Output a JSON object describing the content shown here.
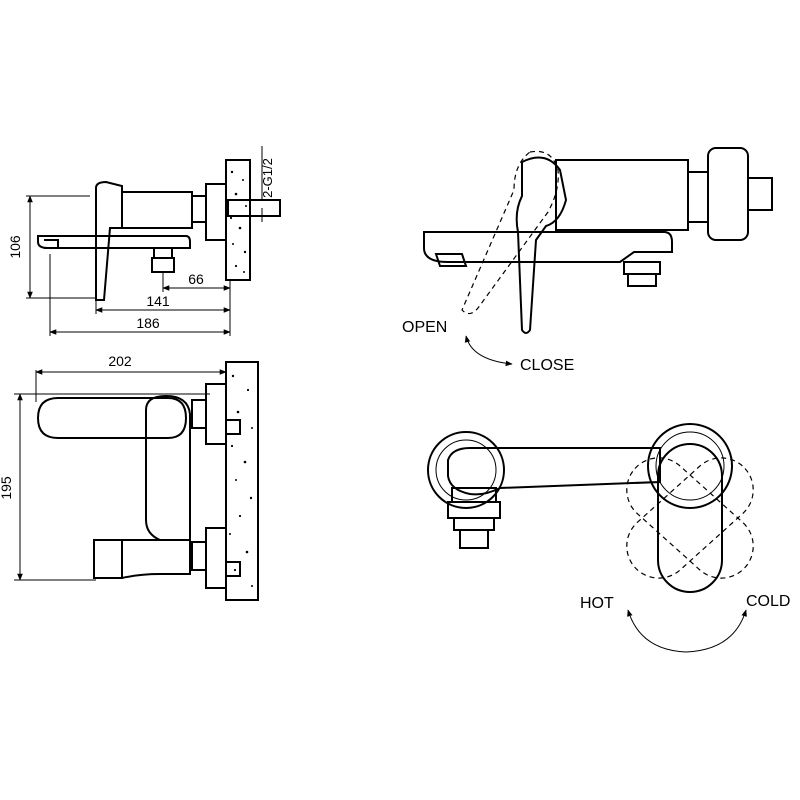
{
  "dimensions": {
    "height_side": "106",
    "d66": "66",
    "d141": "141",
    "d186": "186",
    "width_top": "202",
    "height_top": "195",
    "thread": "2-G1/2"
  },
  "labels": {
    "open": "OPEN",
    "close": "CLOSE",
    "hot": "HOT",
    "cold": "COLD"
  }
}
